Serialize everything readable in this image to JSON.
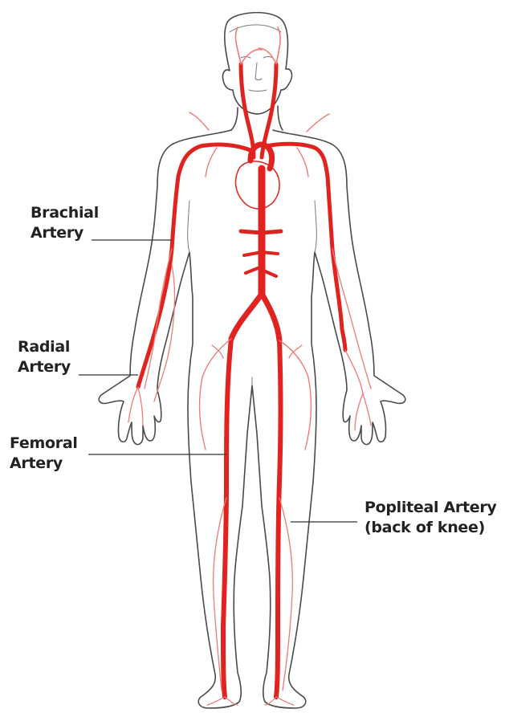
{
  "labels": {
    "brachial": {
      "line1": "Brachial",
      "line2": "Artery"
    },
    "radial": {
      "line1": "Radial",
      "line2": "Artery"
    },
    "femoral": {
      "line1": "Femoral",
      "line2": "Artery"
    },
    "popliteal": {
      "line1": "Popliteal Artery",
      "line2": "(back of knee)"
    }
  },
  "colors": {
    "artery": "#e0231f",
    "artery_light": "#ef7a76",
    "outline": "#4a4a4a"
  },
  "icons": {
    "body": "human-body-outline-icon",
    "heart": "heart-icon"
  }
}
